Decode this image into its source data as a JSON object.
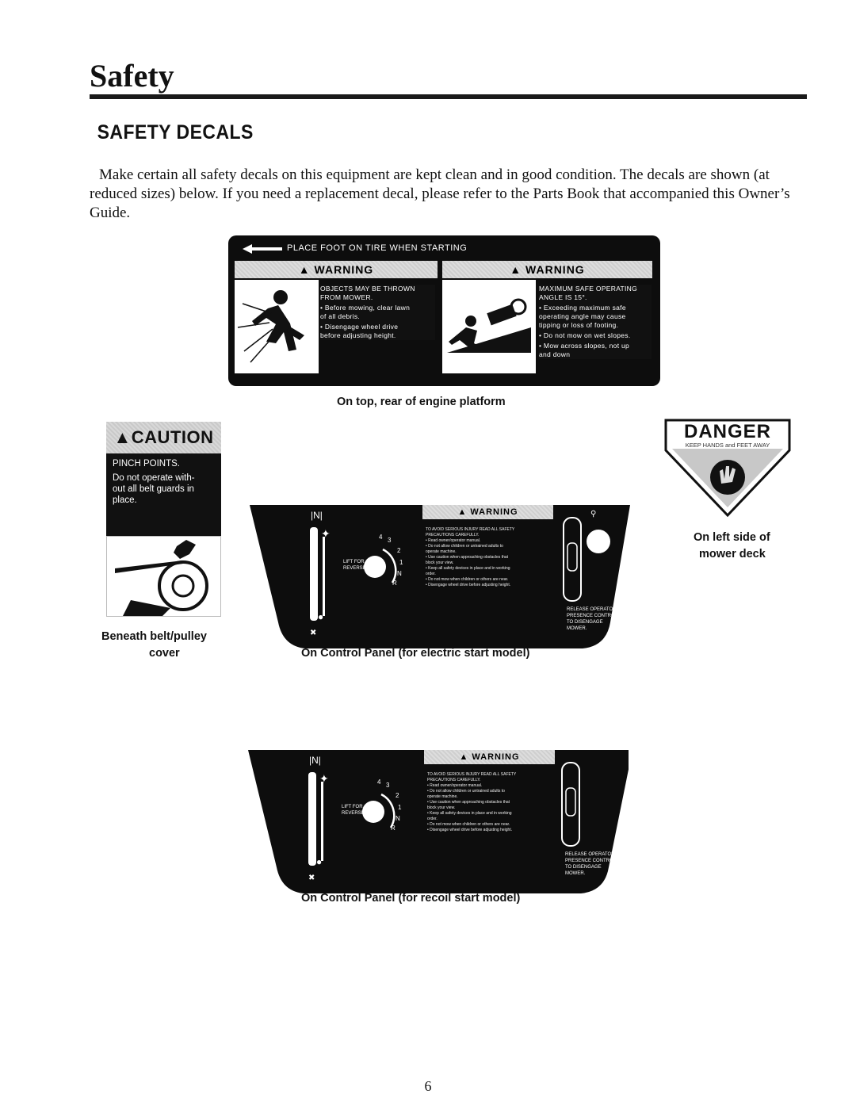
{
  "header": {
    "title": "Safety"
  },
  "section": {
    "title": "SAFETY DECALS"
  },
  "intro": "Make certain all safety decals on this equipment are kept clean and in good condition. The decals are shown (at reduced sizes) below. If you need a replacement decal, please refer to the Parts Book that accompanied this Owner’s Guide.",
  "top_decal": {
    "banner": "PLACE FOOT ON TIRE WHEN STARTING",
    "left_warning": "WARNING",
    "left_lines": [
      "OBJECTS MAY BE THROWN",
      "FROM MOWER.",
      "• Before mowing, clear lawn",
      "of all debris.",
      "• Disengage wheel drive",
      "before adjusting height."
    ],
    "right_warning": "WARNING",
    "right_lines": [
      "MAXIMUM SAFE OPERATING",
      "ANGLE IS 15°.",
      "• Exceeding maximum safe",
      "operating angle may cause",
      "tipping or loss of footing.",
      "• Do not mow on wet slopes.",
      "• Mow across slopes, not up",
      "and down"
    ],
    "caption": "On top, rear of engine platform"
  },
  "caution_decal": {
    "title": "CAUTION",
    "lines": [
      "PINCH POINTS.",
      "Do not operate with-",
      "out all belt guards in",
      "place."
    ],
    "caption_1": "Beneath belt/pulley",
    "caption_2": "cover"
  },
  "danger_decal": {
    "title": "DANGER",
    "subtitle": "KEEP HANDS and FEET AWAY",
    "caption_1": "On left side of",
    "caption_2": "mower deck"
  },
  "control_panel": {
    "warning": "WARNING",
    "speed_lift": "LIFT FOR",
    "speed_reverse": "REVERSE",
    "speeds": [
      "4",
      "3",
      "2",
      "1",
      "N",
      "R"
    ],
    "lines": [
      "TO AVOID SERIOUS INJURY READ ALL SAFETY",
      "PRECAUTIONS CAREFULLY.",
      "• Read owner/operator manual.",
      "• Do not allow children or untrained adults to",
      "operate machine.",
      "• Use caution when approaching obstacles that",
      "block your view.",
      "• Keep all safety devices in place and in working",
      "order.",
      "• Do not mow when children or others are near.",
      "• Disengage wheel drive before adjusting height."
    ],
    "release": [
      "RELEASE OPERATOR",
      "PRESENCE CONTROL",
      "TO DISENGAGE",
      "MOWER."
    ],
    "caption_electric": "On Control Panel (for electric start model)",
    "caption_recoil": "On Control Panel (for recoil start model)"
  },
  "page_number": "6"
}
